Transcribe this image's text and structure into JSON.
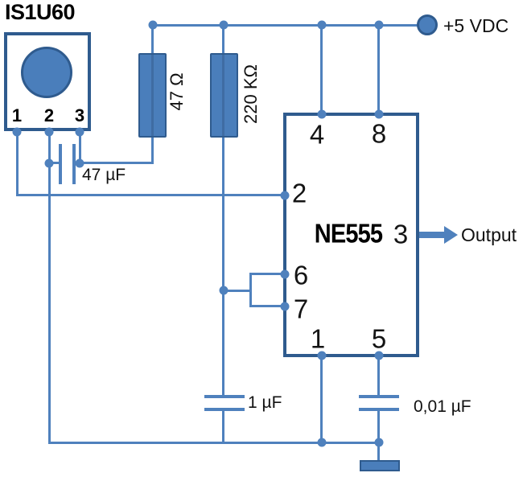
{
  "colors": {
    "wire": "#4f81bd",
    "component_fill": "#4a7ebb",
    "box_border": "#2f5b8e",
    "text": "#000000"
  },
  "sensor": {
    "name": "IS1U60",
    "pin_labels": [
      "1",
      "2",
      "3"
    ]
  },
  "resistors": [
    {
      "label": "47 Ω"
    },
    {
      "label": "220 KΩ"
    }
  ],
  "capacitors": [
    {
      "label": "47 µF"
    },
    {
      "label": "1 µF"
    },
    {
      "label": "0,01 µF"
    }
  ],
  "ic": {
    "name": "NE555",
    "pins": {
      "reset": "4",
      "vcc": "8",
      "trigger": "2",
      "output": "3",
      "threshold": "6",
      "discharge": "7",
      "ground": "1",
      "control": "5"
    }
  },
  "power_label": "+5 VDC",
  "output_label": "Output"
}
